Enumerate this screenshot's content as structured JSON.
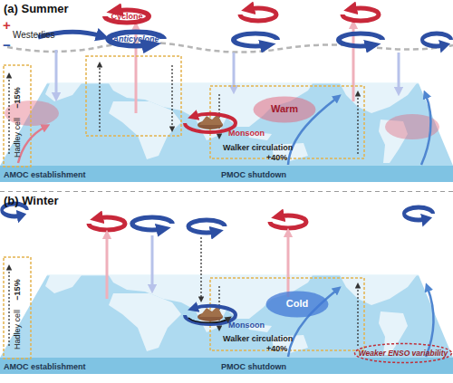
{
  "diagram": {
    "nodes": [
      {
        "text": [
          "(a) Summer"
        ]
      },
      {
        "text": [
          "Warm"
        ],
        "in": 0
      },
      {
        "text": [
          "(b) Winter"
        ]
      },
      {
        "text": [
          "Cold"
        ],
        "in": 2
      },
      {
        "text": [
          "Weaker ENSO variability"
        ],
        "in": 2
      }
    ],
    "labels": [
      "+",
      "Westerlies",
      "−",
      "Cyclone",
      "Anticyclone",
      "Monsoon",
      "Hadley cell",
      "−15%",
      "Walker circulation",
      "+40%",
      "AMOC establishment",
      "PMOC shutdown",
      "Hadley cell",
      "−15%",
      "Monsoon",
      "Walker circulation",
      "+40%",
      "AMOC establishment",
      "PMOC shutdown"
    ]
  }
}
